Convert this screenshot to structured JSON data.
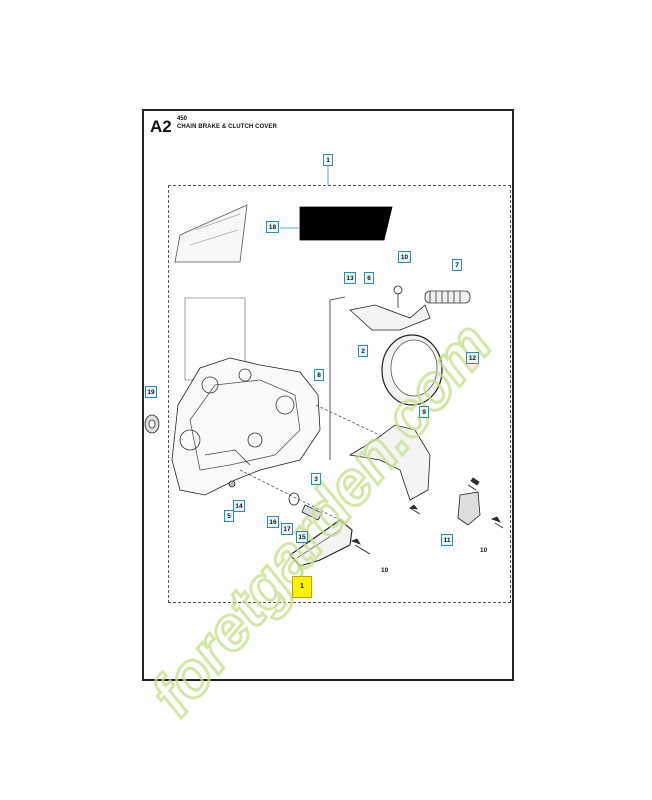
{
  "header": {
    "code": "A2",
    "model": "450",
    "title": "CHAIN BRAKE & CLUTCH COVER"
  },
  "watermark": {
    "text": "foretgarden.com"
  },
  "callouts": [
    {
      "id": "c1",
      "label": "1"
    },
    {
      "id": "c18",
      "label": "18"
    },
    {
      "id": "c13",
      "label": "13"
    },
    {
      "id": "c6",
      "label": "6"
    },
    {
      "id": "c10a",
      "label": "10"
    },
    {
      "id": "c7",
      "label": "7"
    },
    {
      "id": "c2",
      "label": "2"
    },
    {
      "id": "c12",
      "label": "12"
    },
    {
      "id": "c8",
      "label": "8"
    },
    {
      "id": "c9",
      "label": "9"
    },
    {
      "id": "c19",
      "label": "19"
    },
    {
      "id": "c3",
      "label": "3"
    },
    {
      "id": "c14",
      "label": "14"
    },
    {
      "id": "c5",
      "label": "5"
    },
    {
      "id": "c16",
      "label": "16"
    },
    {
      "id": "c17",
      "label": "17"
    },
    {
      "id": "c15",
      "label": "15"
    },
    {
      "id": "c11",
      "label": "11"
    },
    {
      "id": "c1b",
      "label": "1"
    }
  ],
  "plain_labels": [
    {
      "id": "p10a",
      "label": "10"
    },
    {
      "id": "p10b",
      "label": "10"
    }
  ],
  "colors": {
    "callout_border": "#2a8fb5",
    "highlight": "#fff200",
    "watermark_green": "#c6e08a",
    "watermark_orange": "#f2c27a",
    "watermark_gray": "#c9c4b8"
  }
}
